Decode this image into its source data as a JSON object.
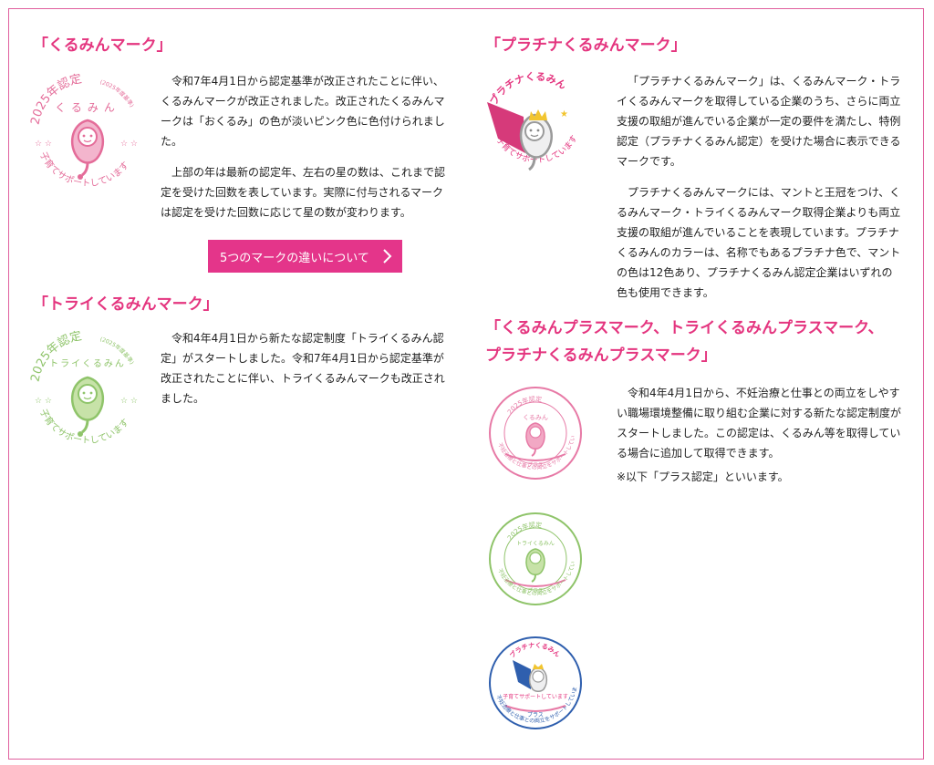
{
  "kurumin": {
    "heading": "「くるみんマーク」",
    "paragraphs": [
      "令和7年4月1日から認定基準が改正されたことに伴い、くるみんマークが改正されました。改正されたくるみんマークは「おくるみ」の色が淡いピンク色に色付けられました。",
      "上部の年は最新の認定年、左右の星の数は、これまで認定を受けた回数を表しています。実際に付与されるマークは認定を受けた回数に応じて星の数が変わります。"
    ],
    "button_label": "5つのマークの違いについて",
    "logo": {
      "year": "2025年認定",
      "small": "(2025年度基準)",
      "name": "くるみん",
      "sub": "子育てサポートしています",
      "color": "#e46c99"
    }
  },
  "tri": {
    "heading": "「トライくるみんマーク」",
    "paragraphs": [
      "令和4年4月1日から新たな認定制度「トライくるみん認定」がスタートしました。令和7年4月1日から認定基準が改正されたことに伴い、トライくるみんマークも改正されました。"
    ],
    "logo": {
      "year": "2025年認定",
      "small": "(2025年度基準)",
      "name": "トライくるみん",
      "sub": "子育てサポートしています",
      "color": "#8fc46a"
    }
  },
  "platinum": {
    "heading": "「プラチナくるみんマーク」",
    "paragraphs": [
      "「プラチナくるみんマーク」は、くるみんマーク・トライくるみんマークを取得している企業のうち、さらに両立支援の取組が進んでいる企業が一定の要件を満たし、特例認定（プラチナくるみん認定）を受けた場合に表示できるマークです。",
      "プラチナくるみんマークには、マントと王冠をつけ、くるみんマーク・トライくるみんマーク取得企業よりも両立支援の取組が進んでいることを表現しています。プラチナくるみんのカラーは、名称でもあるプラチナ色で、マントの色は12色あり、プラチナくるみん認定企業はいずれの色も使用できます。"
    ],
    "logo": {
      "name": "プラチナくるみん",
      "sub": "子育てサポートしています"
    }
  },
  "plus": {
    "heading_line1": "「くるみんプラスマーク、トライくるみんプラスマーク、",
    "heading_line2": "プラチナくるみんプラスマーク」",
    "paragraphs": [
      "令和4年4月1日から、不妊治療と仕事との両立をしやすい職場環境整備に取り組む企業に対する新たな認定制度がスタートしました。この認定は、くるみん等を取得している場合に追加して取得できます。"
    ],
    "note": "※以下「プラス認定」といいます。",
    "logos": [
      {
        "year": "2025年認定",
        "name": "くるみん",
        "tag": "プラス",
        "ring": "不妊治療と仕事との両立をサポートしています",
        "color": "#e77aa6"
      },
      {
        "year": "2025年認定",
        "name": "トライくるみん",
        "tag": "プラス",
        "ring": "不妊治療と仕事との両立をサポートしています",
        "color": "#8fc46a"
      },
      {
        "name": "プラチナくるみん",
        "sub": "子育てサポートしています",
        "tag": "プラス",
        "ring": "不妊治療と仕事との両立をサポートしています",
        "color": "#2f5fae"
      }
    ]
  }
}
